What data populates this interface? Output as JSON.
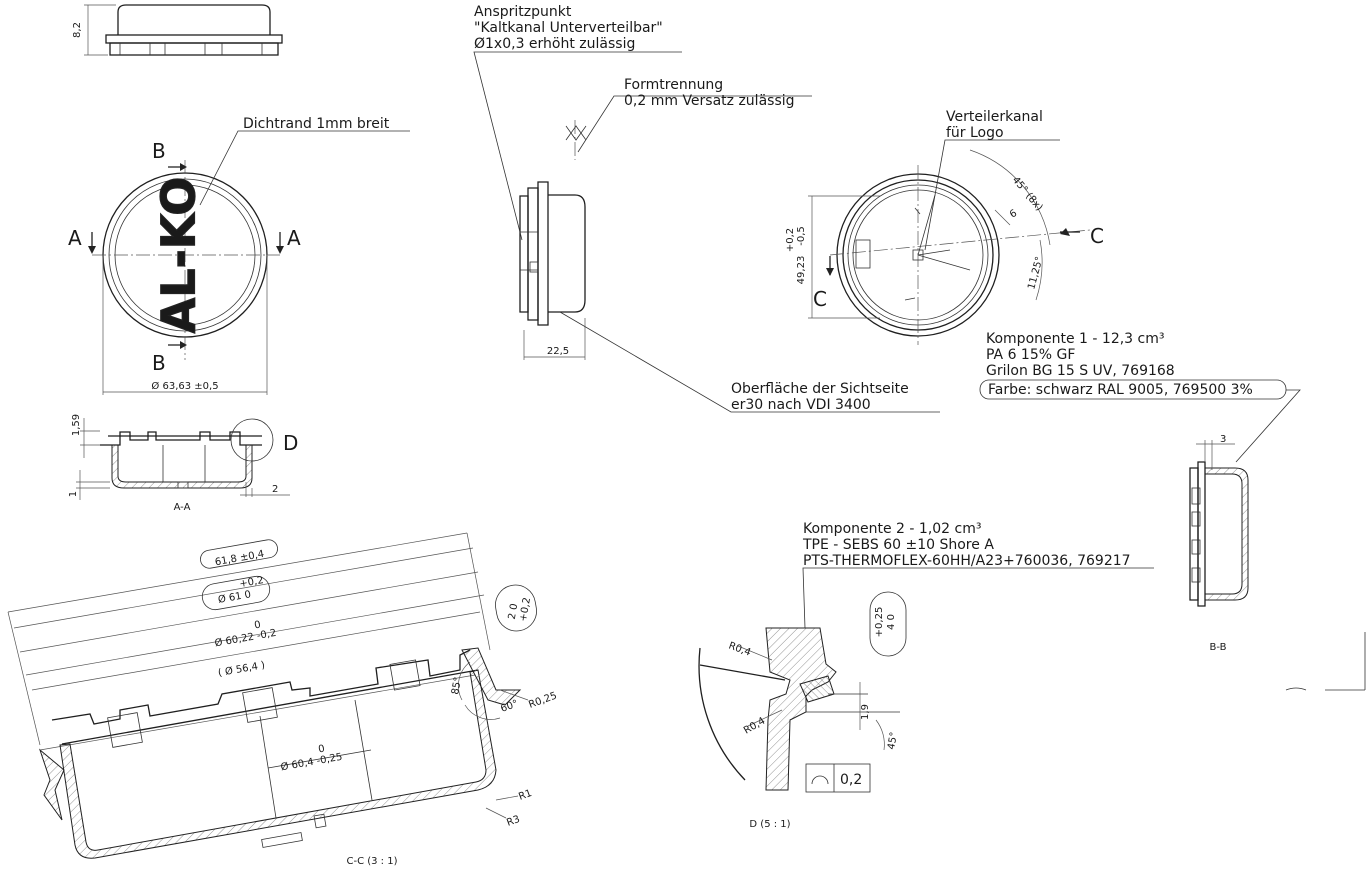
{
  "notes": {
    "anspritz": [
      "Anspritzpunkt",
      "\"Kaltkanal Unterverteilbar\"",
      "Ø1x0,3 erhöht zulässig"
    ],
    "formtrennung": [
      "Formtrennung",
      "0,2 mm Versatz zulässig"
    ],
    "verteiler": [
      "Verteilerkanal",
      "für Logo"
    ],
    "dichtrand": "Dichtrand 1mm breit",
    "oberflaeche": [
      "Oberfläche der Sichtseite",
      "er30 nach VDI 3400"
    ],
    "komponente1": [
      "Komponente 1 - 12,3 cm³",
      "PA 6 15% GF",
      "Grilon BG 15 S UV, 769168",
      "Farbe: schwarz RAL 9005, 769500 3%"
    ],
    "komponente2": [
      "Komponente 2 - 1,02 cm³",
      "TPE - SEBS 60 ±10 Shore A",
      "PTS-THERMOFLEX-60HH/A23+760036, 769217"
    ]
  },
  "section_markers": {
    "A": "A",
    "B": "B",
    "C": "C",
    "D": "D"
  },
  "view_labels": {
    "aa": "A-A",
    "bb": "B-B",
    "cc": "C-C (3 : 1)",
    "d": "D (5 : 1)"
  },
  "logo_text": "AL-KO",
  "dims": {
    "height_8_2": "8,2",
    "dia_63_63": "Ø 63,63 ±0,5",
    "d_1_59": "1,59",
    "d_1": "1",
    "d_2": "2",
    "d_22_5": "22,5",
    "d_3": "3",
    "d_49_23": "49,23",
    "d_49_tol_plus": "+0,2",
    "d_49_tol_minus": "-0,5",
    "d_6": "6",
    "angle_45_8x": "45° (8x)",
    "angle_11_25": "11,25°",
    "d_61_8": "61,8 ±0,4",
    "d_61_tol": "+0,2",
    "d_61_main": "Ø 61   0",
    "d_60_22_tol": "0",
    "d_60_22": "Ø 60,22 -0,2",
    "d_56_4": "( Ø 56,4 )",
    "d_60_4_tol": "0",
    "d_60_4": "Ø 60,4 -0,25",
    "d_2_tol": "+0,2",
    "d_2_main": "2   0",
    "angle_85": "85°",
    "angle_60": "60°",
    "r_0_25": "R0,25",
    "r_1": "R1",
    "r_3": "R3",
    "r_0_4a": "R0,4",
    "r_0_4b": "R0,4",
    "d_1_9": "1,9",
    "angle_45": "45°",
    "d_4_tol": "+0,25",
    "d_4_main": "4   0",
    "profile_tol": "0,2"
  }
}
